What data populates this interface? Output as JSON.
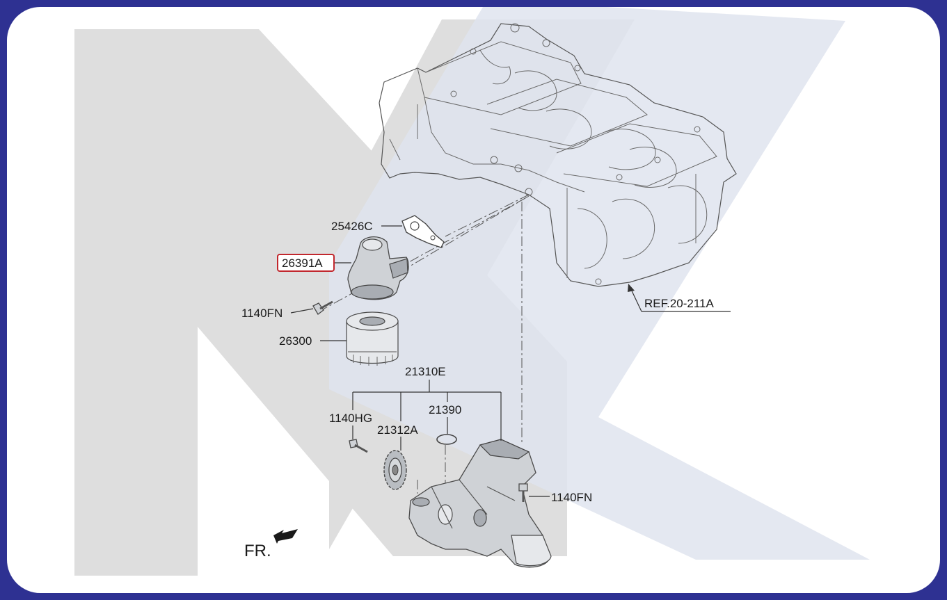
{
  "diagram": {
    "highlight_color": "#c1272d",
    "frame_color": "#2e3192",
    "watermark_colors": [
      "#dedede",
      "#dfe4ee"
    ],
    "labels": {
      "gasket": "25426C",
      "filter_housing": "26391A",
      "bolt_top": "1140FN",
      "filter": "26300",
      "oil_pump_assy": "21310E",
      "bolt_hg": "1140HG",
      "sprocket": "21312A",
      "o_ring": "21390",
      "bolt_pump": "1140FN",
      "reference": "REF.20-211A",
      "front_marker": "FR."
    }
  }
}
